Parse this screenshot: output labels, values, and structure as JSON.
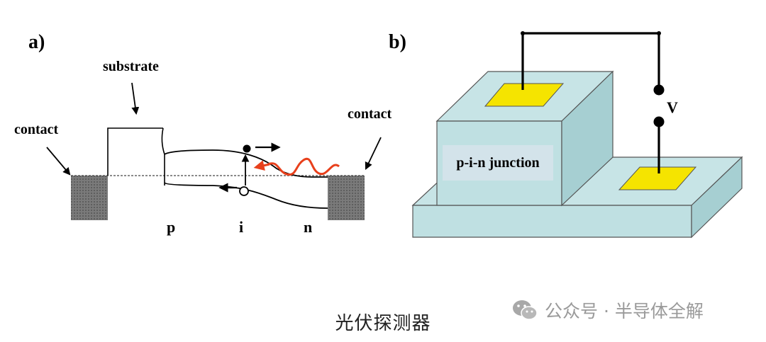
{
  "panel_a": {
    "tag": "a)",
    "substrate_label": "substrate",
    "contact_left_label": "contact",
    "contact_right_label": "contact",
    "region_p": "p",
    "region_i": "i",
    "region_n": "n"
  },
  "panel_b": {
    "tag": "b)",
    "junction_label": "p-i-n junction",
    "voltage_label": "V"
  },
  "caption": "光伏探测器",
  "watermark": {
    "icon": "wechat-icon",
    "text": "公众号 · 半导体全解"
  },
  "colors": {
    "block_face": "#bfe0e2",
    "block_side": "#a6cfd2",
    "pad": "#f5e400",
    "contact_gray": "#6e6e6e",
    "photon_red": "#e8401c"
  }
}
